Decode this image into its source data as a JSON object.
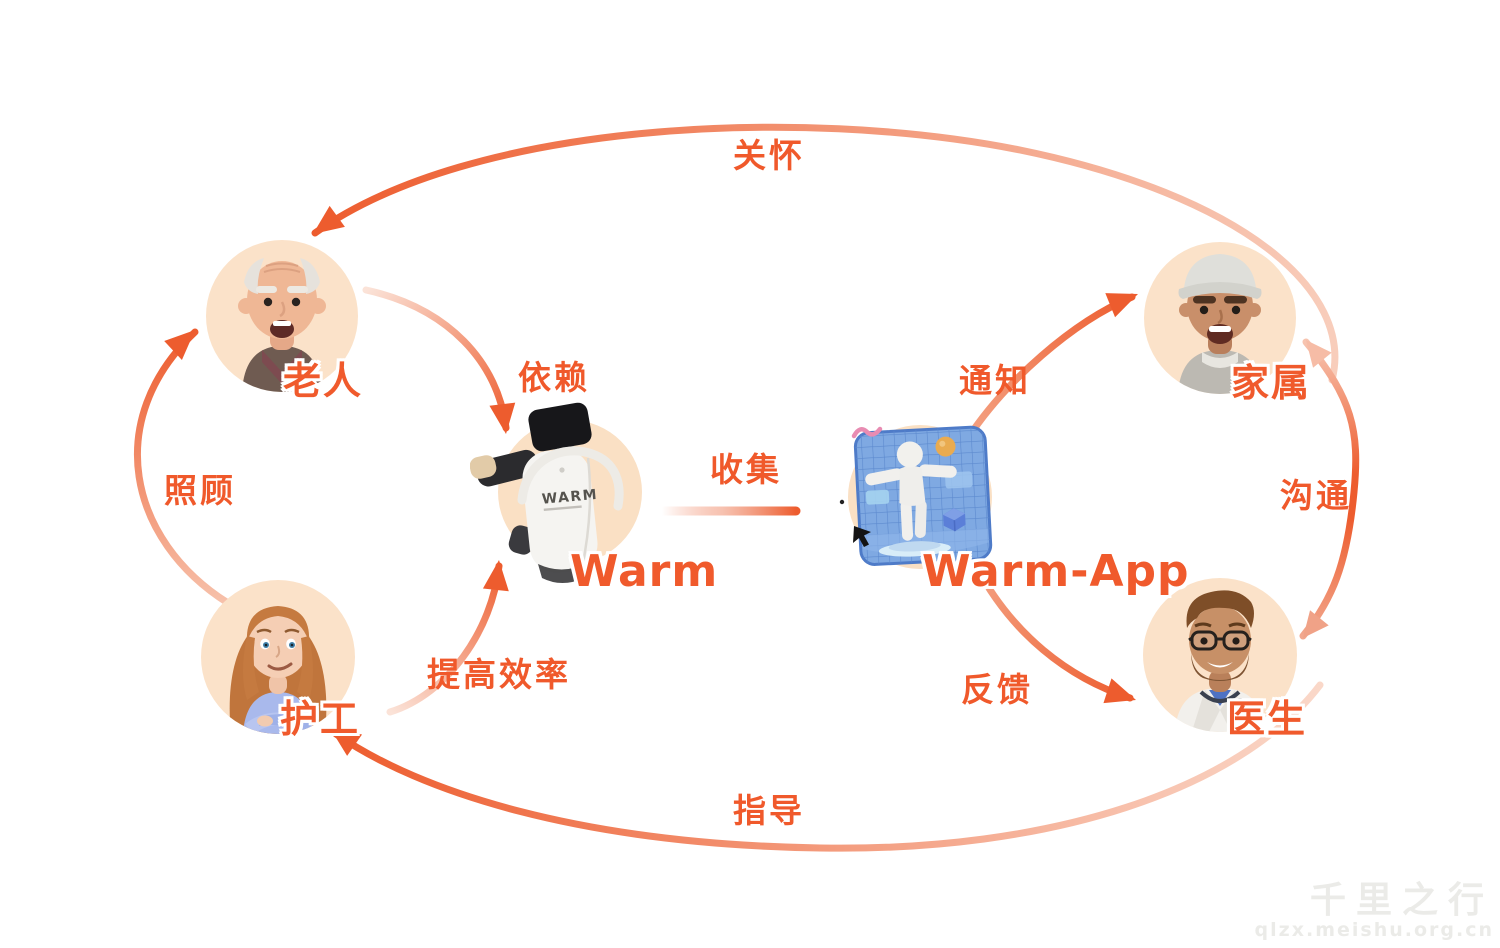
{
  "nodes": {
    "laoren": {
      "label": "老人"
    },
    "jiashu": {
      "label": "家属"
    },
    "hugong": {
      "label": "护工"
    },
    "yisheng": {
      "label": "医生"
    },
    "warm": {
      "label": "Warm",
      "robot_text": "WARM"
    },
    "warm_app": {
      "label": "Warm-App"
    }
  },
  "edges": {
    "guanhuai": {
      "label": "关怀",
      "from": "家属",
      "to": "老人"
    },
    "zhaogu": {
      "label": "照顾",
      "from": "护工",
      "to": "老人"
    },
    "yilai": {
      "label": "依赖",
      "from": "老人",
      "to": "Warm"
    },
    "tigao_xiaolv": {
      "label": "提高效率",
      "from": "护工",
      "to": "Warm"
    },
    "shouji": {
      "label": "收集",
      "from": "Warm",
      "to": "Warm-App"
    },
    "tongzhi": {
      "label": "通知",
      "from": "Warm-App",
      "to": "家属"
    },
    "goutong": {
      "label": "沟通",
      "from": "医生",
      "to": "家属"
    },
    "fankui": {
      "label": "反馈",
      "from": "Warm-App",
      "to": "医生"
    },
    "zhidao": {
      "label": "指导",
      "from": "医生",
      "to": "护工"
    }
  },
  "watermark": {
    "line1": "千里之行",
    "line2": "qlzx.meishu.org.cn"
  },
  "colors": {
    "accent": "#ED5C2E",
    "accent_light": "#F7C5B0",
    "node_bg": "#FBE2C9"
  }
}
